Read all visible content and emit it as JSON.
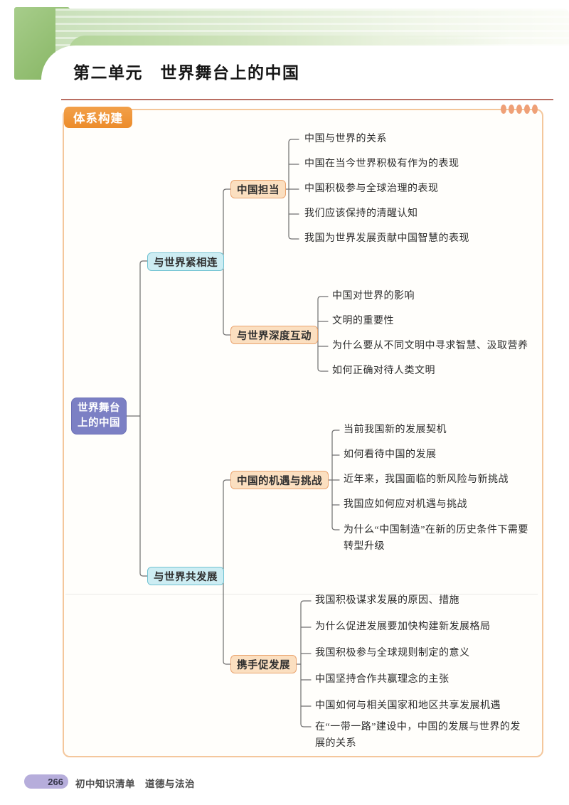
{
  "page": {
    "title": "第二单元　世界舞台上的中国",
    "section_label": "体系构建",
    "footer": {
      "page_number": "266",
      "book_title": "初中知识清单　道德与法治"
    }
  },
  "colors": {
    "accent_orange": "#ec8c2b",
    "frame_border": "#f4c79c",
    "root_purple": "#7c80c4",
    "level2_bg": "#cdedf3",
    "level2_border": "#72c3d2",
    "level3_bg": "#fbdfc0",
    "level3_border": "#eaa571",
    "title_rule_red": "#a84a3c",
    "footer_pill_purple": "#b6addb",
    "deco_green": "#85b461"
  },
  "tree": {
    "root": {
      "label_line1": "世界舞台",
      "label_line2": "上的中国"
    },
    "branches": [
      {
        "label": "与世界紧相连",
        "children": [
          {
            "label": "中国担当",
            "leaves": [
              "中国与世界的关系",
              "中国在当今世界积极有作为的表现",
              "中国积极参与全球治理的表现",
              "我们应该保持的清醒认知",
              "我国为世界发展贡献中国智慧的表现"
            ]
          },
          {
            "label": "与世界深度互动",
            "leaves": [
              "中国对世界的影响",
              "文明的重要性",
              "为什么要从不同文明中寻求智慧、汲取营养",
              "如何正确对待人类文明"
            ]
          }
        ]
      },
      {
        "label": "与世界共发展",
        "children": [
          {
            "label": "中国的机遇与挑战",
            "leaves": [
              "当前我国新的发展契机",
              "如何看待中国的发展",
              "近年来，我国面临的新风险与新挑战",
              "我国应如何应对机遇与挑战",
              "为什么“中国制造”在新的历史条件下需要转型升级"
            ]
          },
          {
            "label": "携手促发展",
            "leaves": [
              "我国积极谋求发展的原因、措施",
              "为什么促进发展要加快构建新发展格局",
              "我国积极参与全球规则制定的意义",
              "中国坚持合作共赢理念的主张",
              "中国如何与相关国家和地区共享发展机遇",
              "在“一带一路”建设中，中国的发展与世界的发展的关系"
            ]
          }
        ]
      }
    ]
  }
}
